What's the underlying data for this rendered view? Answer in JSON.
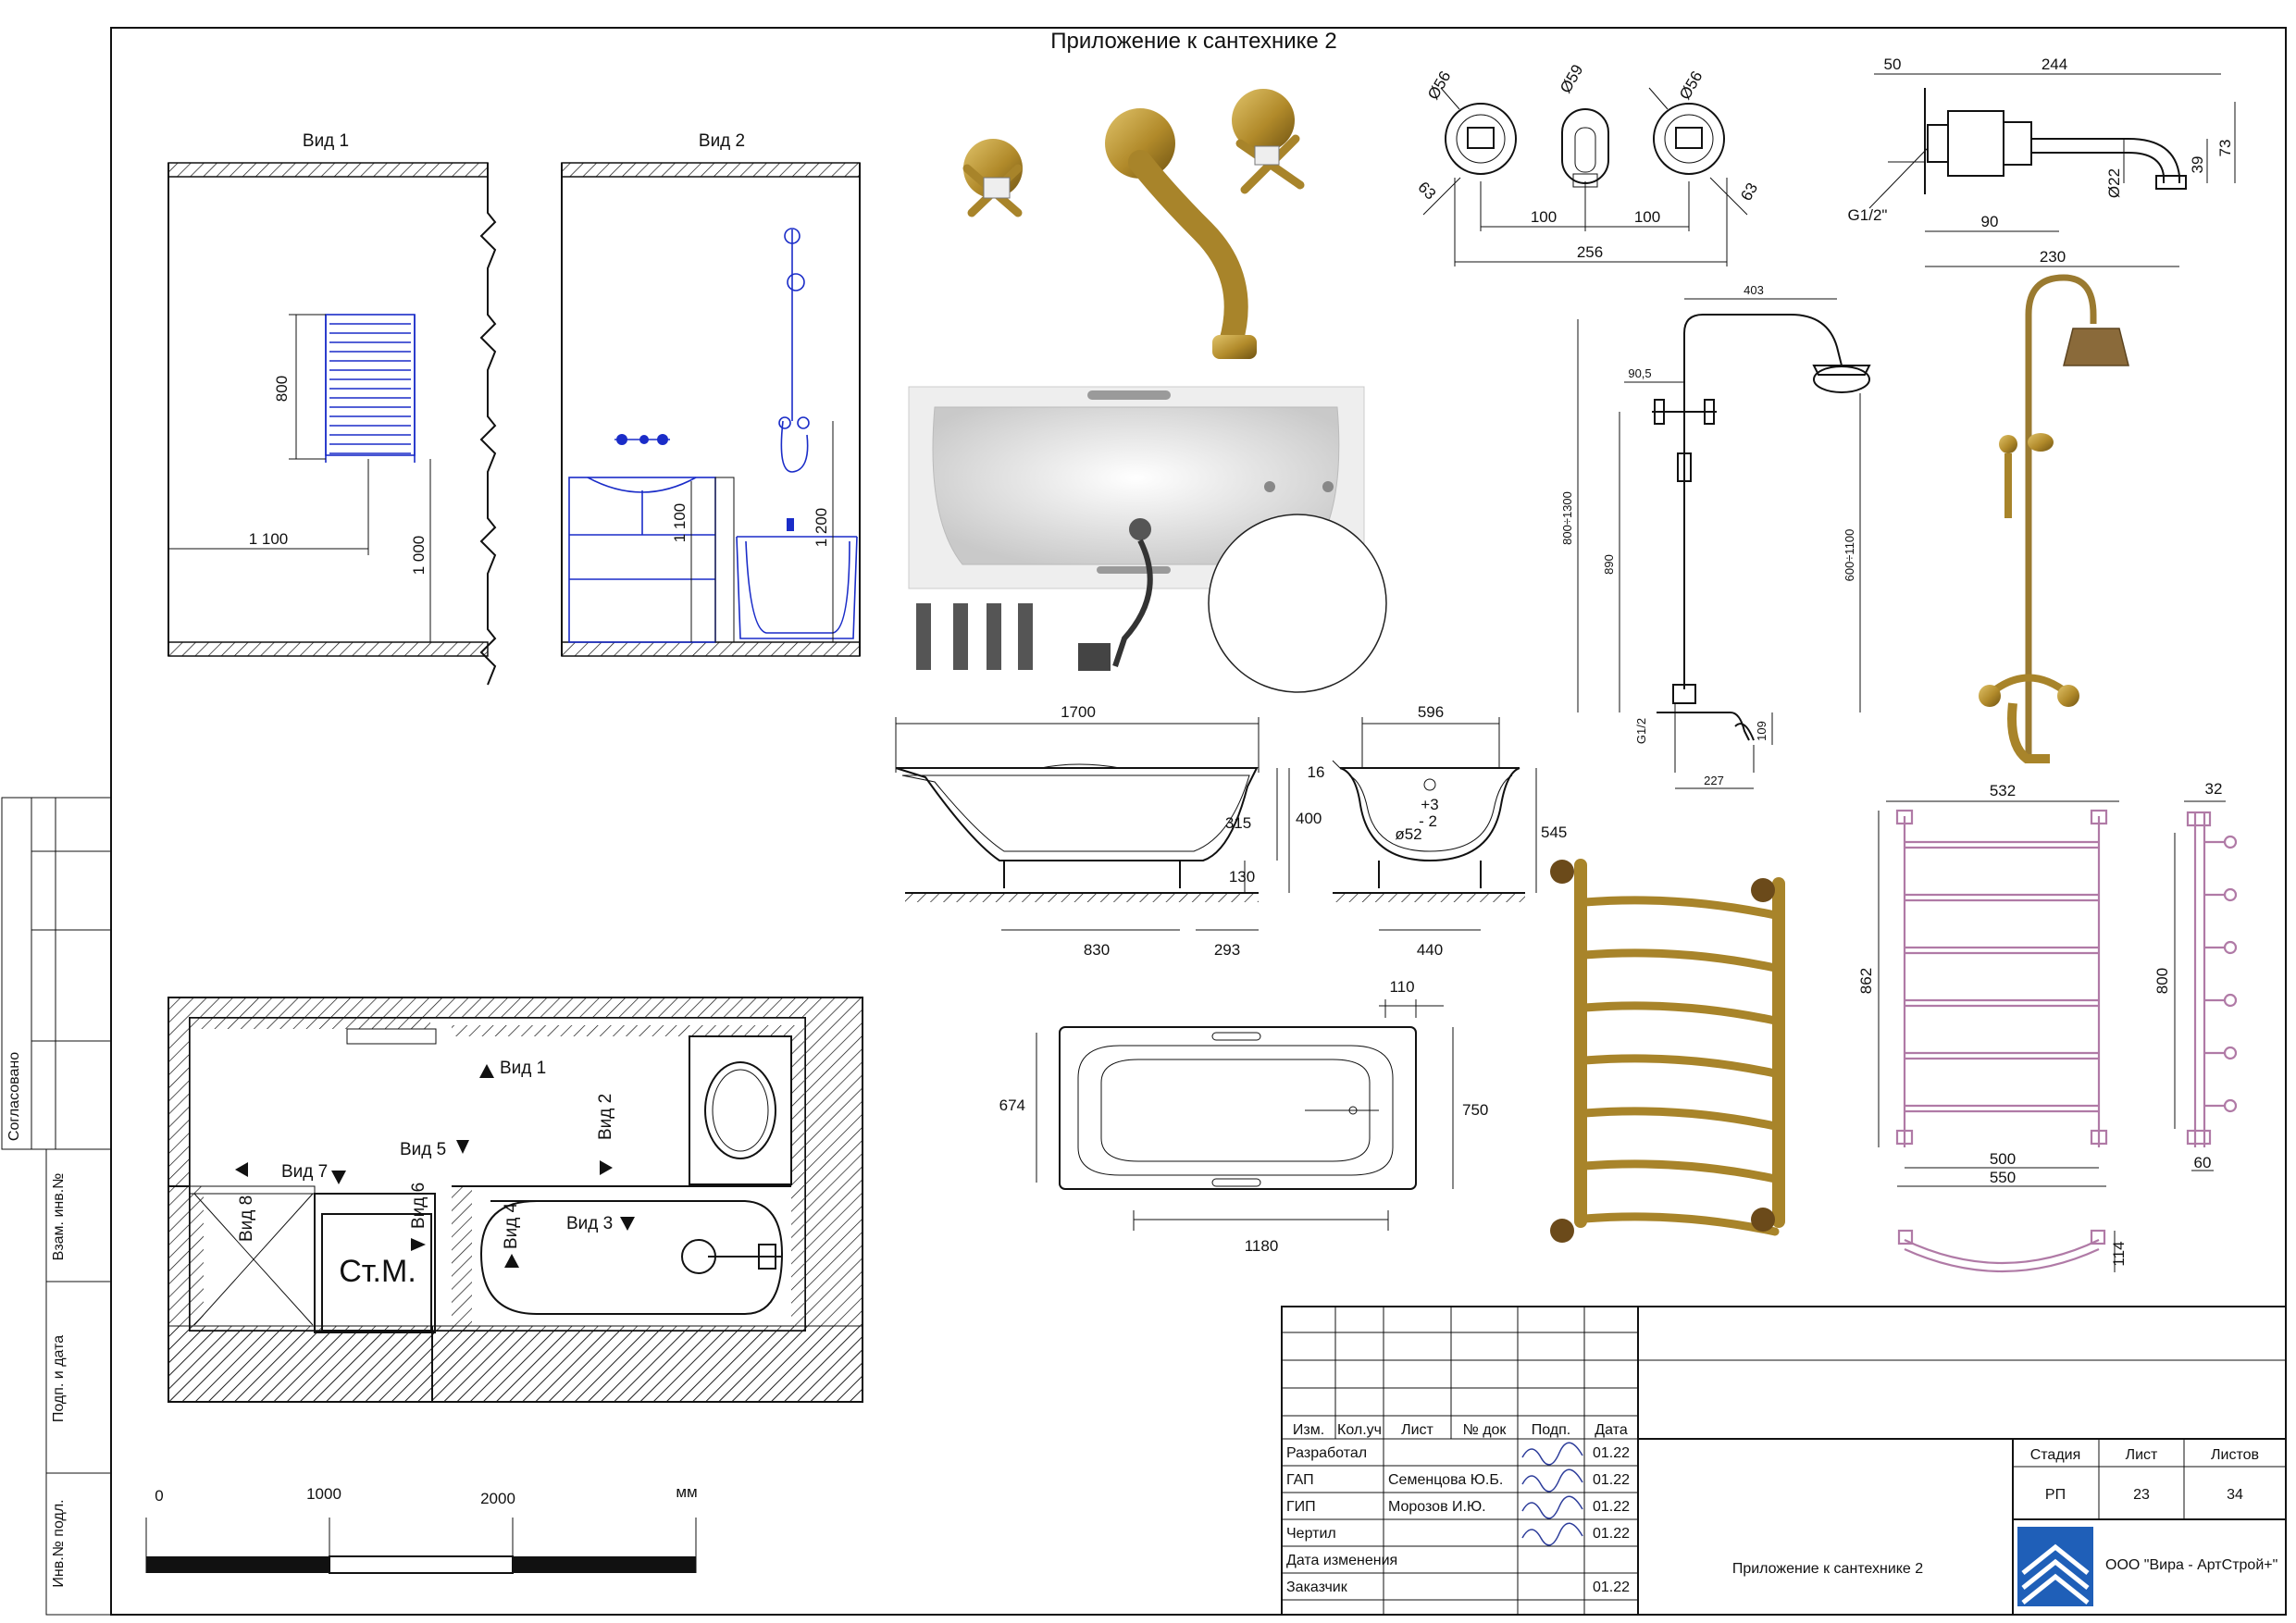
{
  "sheet": {
    "title": "Приложение к сантехнике 2",
    "units_label": "мм"
  },
  "views": {
    "view1_title": "Вид 1",
    "view2_title": "Вид 2",
    "v1_dim_height": "800",
    "v1_dim_offset": "1 100",
    "v1_dim_floor": "1 000",
    "v2_dim_sink": "1 100",
    "v2_dim_bath": "1 200"
  },
  "faucet_dims": {
    "d56a": "Ø56",
    "d59": "Ø59",
    "d56b": "Ø56",
    "r63a": "63",
    "r63b": "63",
    "s100a": "100",
    "s100b": "100",
    "w256": "256",
    "top50": "50",
    "top244": "244",
    "h39": "39",
    "h73": "73",
    "d22": "Ø22",
    "thread": "G1/2\"",
    "b90": "90",
    "b230": "230"
  },
  "shower_dims": {
    "w403": "403",
    "d90": "90,5",
    "h800": "800÷1300",
    "h890": "890",
    "h600": "600÷1100",
    "g12": "G1/2",
    "h109": "109",
    "w227": "227"
  },
  "bath_dims": {
    "len": "1700",
    "w596": "596",
    "h16": "16",
    "h315": "315",
    "h400": "400",
    "h130": "130",
    "tol_plus": "+3",
    "tol_minus": "- 2",
    "drain": "ø52",
    "h545": "545",
    "l830": "830",
    "l293": "293",
    "l440": "440",
    "top110": "110",
    "w674": "674",
    "w750": "750",
    "l1180": "1180"
  },
  "towel_dims": {
    "w532": "532",
    "w32": "32",
    "h862": "862",
    "h800": "800",
    "w500": "500",
    "w550": "550",
    "d60": "60",
    "d114": "114"
  },
  "plan": {
    "labels": [
      {
        "text": "Вид  1"
      },
      {
        "text": "Вид  5"
      },
      {
        "text": "Вид  2"
      },
      {
        "text": "Вид  7"
      },
      {
        "text": "Вид  8"
      },
      {
        "text": "Вид  6"
      },
      {
        "text": "Вид  4"
      },
      {
        "text": "Вид  3"
      }
    ],
    "stm": "Ст.М."
  },
  "scale": {
    "t0": "0",
    "t1000": "1000",
    "t2000": "2000"
  },
  "side_stamp": {
    "agreed": "Согласовано",
    "inv_replace": "Взам. инв.№",
    "sign_date": "Подп. и дата",
    "inv_orig": "Инв.№ подл."
  },
  "title_block": {
    "hdr": [
      "Изм.",
      "Кол.уч",
      "Лист",
      "№ док",
      "Подп.",
      "Дата"
    ],
    "rows": [
      {
        "role": "Разработал",
        "name": "",
        "date": "01.22"
      },
      {
        "role": "ГАП",
        "name": "Семенцова Ю.Б.",
        "date": "01.22"
      },
      {
        "role": "ГИП",
        "name": "Морозов И.Ю.",
        "date": "01.22"
      },
      {
        "role": "Чертил",
        "name": "",
        "date": "01.22"
      },
      {
        "role": "Дата изменения",
        "name": "",
        "date": ""
      },
      {
        "role": "Заказчик",
        "name": "",
        "date": "01.22"
      }
    ],
    "stage_hdr": "Стадия",
    "sheet_hdr": "Лист",
    "sheets_hdr": "Листов",
    "stage": "РП",
    "sheet": "23",
    "sheets": "34",
    "doc_title": "Приложение к сантехнике 2",
    "company": "ООО \"Вира - АртСтрой+\""
  },
  "colors": {
    "blue_lines": "#1a2cc8",
    "pink_lines": "#b07aa6",
    "brass": "#b8932f",
    "logo_blue": "#1f5fb8"
  }
}
